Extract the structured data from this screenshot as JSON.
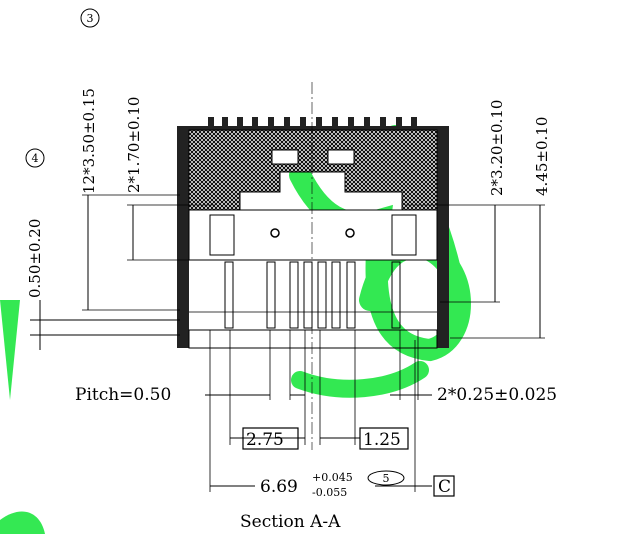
{
  "section_label": "Section A-A",
  "pitch_label": "Pitch=0.50",
  "dims": {
    "d_050": "0.50±0.20",
    "d_050_note": "4",
    "d_1235": "12*3.50±0.15",
    "d_1235_note": "3",
    "d_170": "2*1.70±0.10",
    "d_320": "2*3.20±0.10",
    "d_445": "4.45±0.10",
    "d_025": "2*0.25±0.025",
    "d_275": "2.75",
    "d_125": "1.25",
    "d_669": "6.69",
    "d_669_plus": "+0.045",
    "d_669_minus": "-0.055",
    "d_669_note": "5",
    "datum": "C"
  },
  "colors": {
    "watermark": "#1ee640",
    "line": "#000000"
  }
}
